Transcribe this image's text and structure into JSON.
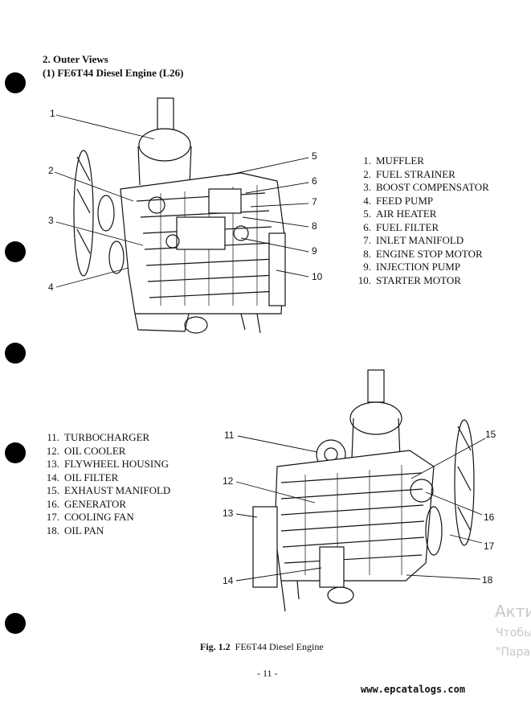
{
  "section": {
    "heading": "2.  Outer Views",
    "subheading": "(1)  FE6T44 Diesel Engine (L26)"
  },
  "legend_top": [
    {
      "num": "1.",
      "label": "MUFFLER"
    },
    {
      "num": "2.",
      "label": "FUEL STRAINER"
    },
    {
      "num": "3.",
      "label": "BOOST COMPENSATOR"
    },
    {
      "num": "4.",
      "label": "FEED PUMP"
    },
    {
      "num": "5.",
      "label": "AIR HEATER"
    },
    {
      "num": "6.",
      "label": "FUEL FILTER"
    },
    {
      "num": "7.",
      "label": "INLET MANIFOLD"
    },
    {
      "num": "8.",
      "label": "ENGINE STOP MOTOR"
    },
    {
      "num": "9.",
      "label": "INJECTION PUMP"
    },
    {
      "num": "10.",
      "label": "STARTER MOTOR"
    }
  ],
  "legend_bottom": [
    {
      "num": "11.",
      "label": "TURBOCHARGER"
    },
    {
      "num": "12.",
      "label": "OIL COOLER"
    },
    {
      "num": "13.",
      "label": "FLYWHEEL HOUSING"
    },
    {
      "num": "14.",
      "label": "OIL FILTER"
    },
    {
      "num": "15.",
      "label": "EXHAUST MANIFOLD"
    },
    {
      "num": "16.",
      "label": "GENERATOR"
    },
    {
      "num": "17.",
      "label": "COOLING FAN"
    },
    {
      "num": "18.",
      "label": "OIL PAN"
    }
  ],
  "callouts_top": [
    "1",
    "2",
    "3",
    "4",
    "5",
    "6",
    "7",
    "8",
    "9",
    "10"
  ],
  "callouts_bottom": [
    "11",
    "12",
    "13",
    "14",
    "15",
    "16",
    "17",
    "18"
  ],
  "caption": {
    "fig": "Fig. 1.2",
    "text": "FE6T44 Diesel Engine"
  },
  "page_number": "- 11 -",
  "watermark": {
    "line1": "Акти",
    "line2": "Чтобы",
    "line3": "\"Пара"
  },
  "source_url": "www.epcatalogs.com"
}
